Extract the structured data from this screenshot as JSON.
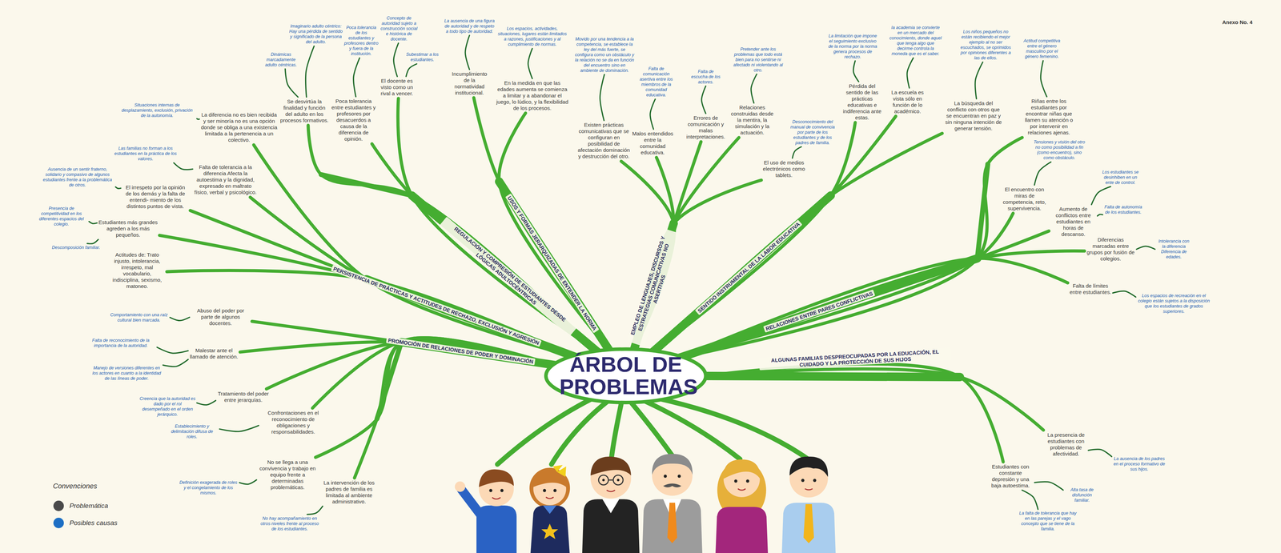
{
  "diagram": {
    "nodes": [
      {
        "text": [
          "ÁRBOL DE PROBLEMAS"
        ]
      },
      {
        "text": [
          "La diferencia no es bien recibida y ser minoría no es una opción donde se obliga a una existencia limitada a la pertenencia a un colectivo."
        ]
      },
      {
        "text": [
          "Situaciones internas de desplazamiento, exclusión, privación de la autonomía."
        ]
      },
      {
        "text": [
          "Falta de tolerancia a la diferencia Afecta la autoestima y la dignidad, expresado en maltrato físico, verbal y psicológico."
        ]
      },
      {
        "text": [
          "Las familias no forman a los estudiantes en la práctica de los valores."
        ]
      },
      {
        "text": [
          "El irrespeto por la opinión de los demás y la falta de entendi- miento de los distintos puntos de vista."
        ]
      },
      {
        "text": [
          "Ausencia de un sentir fraterno, solidario y compasivo de algunos estudiantes frente a la problemática de otros."
        ]
      },
      {
        "text": [
          "Estudiantes más grandes agreden a los más pequeños."
        ]
      },
      {
        "text": [
          "Presencia de competitividad en los diferentes espacios del colegio."
        ]
      },
      {
        "text": [
          "Descomposición familiar."
        ]
      },
      {
        "text": [
          "Actitudes de: Trato injusto, intolerancia, irrespeto, mal vocabulario, indisciplina, sexismo, matoneo."
        ]
      },
      {
        "text": [
          "Abuso del poder por parte de algunos docentes."
        ]
      },
      {
        "text": [
          "Comportamiento con una raíz cultural bien marcada."
        ]
      },
      {
        "text": [
          "Malestar ante el llamado de atención."
        ]
      },
      {
        "text": [
          "Falta de reconocimiento de la importancia de la autoridad."
        ]
      },
      {
        "text": [
          "Manejo de versiones diferentes en los actores en cuanto a la identidad de las líneas de poder."
        ]
      },
      {
        "text": [
          "Tratamiento del poder entre jerarquías."
        ]
      },
      {
        "text": [
          "Creencia que la autoridad es dado por el rol desempeñado en el orden jerárquico."
        ]
      },
      {
        "text": [
          "Confrontaciones en el reconocimiento de obligaciones y responsabilidades."
        ]
      },
      {
        "text": [
          "Establecimiento y delimitación difusa de roles."
        ]
      },
      {
        "text": [
          "No se llega a una convivencia y trabajo en equipo frente a determinadas problemáticas."
        ]
      },
      {
        "text": [
          "Definición exagerada de roles y el congelamiento de los mismos."
        ]
      },
      {
        "text": [
          "La intervención de los padres de familia es limitada al ambiente administrativo."
        ]
      },
      {
        "text": [
          "No hay acompañamiento en otros niveles frente al proceso de los estudiantes."
        ]
      },
      {
        "text": [
          "Se desvirtúa la finalidad y función del adulto en los procesos formativos."
        ]
      },
      {
        "text": [
          "Imaginario adulto céntrico: Hay una pérdida de sentido y significado de la persona del adulto."
        ]
      },
      {
        "text": [
          "Dinámicas marcadamente adulto céntricas."
        ]
      },
      {
        "text": [
          "Poca tolerancia entre estudiantes y profesores por desacuerdos a causa de la diferencia de opinión."
        ]
      },
      {
        "text": [
          "Poca tolerancia de los estudiantes y profesores dentro y fuera de la institución."
        ]
      },
      {
        "text": [
          "El docente es visto como un rival a vencer."
        ]
      },
      {
        "text": [
          "Concepto de autoridad sujeto a construcción social e histórica de docente."
        ]
      },
      {
        "text": [
          "Subestimar a los estudiantes."
        ]
      },
      {
        "text": [
          "Incumplimiento de la normatividad institucional."
        ]
      },
      {
        "text": [
          "La ausencia de una figura de autoridad y de respeto a todo tipo de autoridad."
        ]
      },
      {
        "text": [
          "En la medida en que las edades aumenta se comienza a limitar y a abandonar el juego, lo lúdico, y la flexibilidad de los procesos."
        ]
      },
      {
        "text": [
          "Los espacios, actividades, situaciones, lugares están limitados a razones, justificaciones y al cumplimiento de normas."
        ]
      },
      {
        "text": [
          "Existen prácticas comunicativas que se configuran en posibilidad de afectación dominación y destrucción del otro."
        ]
      },
      {
        "text": [
          "Movido por una tendencia a la competencia, se establece la ley del más fuerte, se configura como un obstáculo y la relación no se da en función del encuentro sino en ambiente de dominación."
        ]
      },
      {
        "text": [
          "Malos entendidos entre la comunidad educativa."
        ]
      },
      {
        "text": [
          "Falta de comunicación asertiva entre los miembros de la comunidad educativa."
        ]
      },
      {
        "text": [
          "Errores de comunicación y malas interpretaciones."
        ]
      },
      {
        "text": [
          "Falta de escucha de los actores."
        ]
      },
      {
        "text": [
          "Relaciones construidas desde la mentira, la simulación y la actuación."
        ]
      },
      {
        "text": [
          "Pretender ante los problemas que todo está bien para no sentirse ni afectado ni violentando al otro."
        ]
      },
      {
        "text": [
          "El uso de medios electrónicos como tablets."
        ]
      },
      {
        "text": [
          "Desconocimiento del manual de convivencia por parte de los estudiantes y de los padres de familia."
        ]
      },
      {
        "text": [
          "Pérdida del sentido de las prácticas educativas e indiferencia ante estas."
        ]
      },
      {
        "text": [
          "La limitación que impone el seguimiento exclusivo de la norma por la norma genera procesos de rechazo."
        ]
      },
      {
        "text": [
          "La escuela es vista sólo en función de lo académico."
        ]
      },
      {
        "text": [
          "la academia se convierte en un mercado del conocimiento, donde aquel que tenga algo que decirme controla la moneda que es el saber."
        ]
      },
      {
        "text": [
          "La búsqueda del conflicto con otros que se encuentran en paz y sin ninguna intención de generar tensión."
        ]
      },
      {
        "text": [
          "Los niños pequeños no están recibiendo el mejor ejemplo al no ser escuchados, se oprimidos por opiniones diferentes a las de ellos."
        ]
      },
      {
        "text": [
          "Riñas entre los estudiantes por encontrar niñas que llamen su atención o por intervenir en relaciones ajenas."
        ]
      },
      {
        "text": [
          "Actitud competitiva entre el género masculino por el género femenino."
        ]
      },
      {
        "text": [
          "El encuentro con miras de competencia, reto, supervivencia."
        ]
      },
      {
        "text": [
          "Tensiones y visión del otro no como posibilidad a fin (como encuentro), sino como obstáculo."
        ]
      },
      {
        "text": [
          "Aumento de conflictos entre estudiantes en horas de descanso."
        ]
      },
      {
        "text": [
          "Los estudiantes se desinhiben en un ente de control."
        ]
      },
      {
        "text": [
          "Falta de autonomía de los estudiantes."
        ]
      },
      {
        "text": [
          "Diferencias marcadas entre grupos por fusión de colegios."
        ]
      },
      {
        "text": [
          "Intolerancia con la diferencia Diferencia de edades."
        ]
      },
      {
        "text": [
          "Falta de límites entre estudiantes."
        ]
      },
      {
        "text": [
          "Los espacios de recreación en el colegio están sujetos a la disposición que los estudiantes de grados superiores."
        ]
      },
      {
        "text": [
          "La presencia de estudiantes con problemas de afectividad."
        ]
      },
      {
        "text": [
          "La ausencia de los padres en el proceso formativo de sus hijos."
        ]
      },
      {
        "text": [
          "Estudiantes con constante depresión y una baja autoestima."
        ]
      },
      {
        "text": [
          "Alta tasa de disfunción familiar."
        ]
      },
      {
        "text": [
          "La falta de tolerancia que hay en las parejas y el vago concepto que se tiene de la familia."
        ]
      }
    ],
    "edges": [
      {
        "from": 0,
        "to": 1,
        "arrow": "none"
      },
      {
        "from": 2,
        "to": 1,
        "arrow": "none"
      },
      {
        "from": 0,
        "to": 3,
        "arrow": "none"
      },
      {
        "from": 4,
        "to": 3,
        "arrow": "none"
      },
      {
        "from": 0,
        "to": 5,
        "arrow": "none"
      },
      {
        "from": 6,
        "to": 5,
        "arrow": "none"
      },
      {
        "from": 0,
        "to": 7,
        "arrow": "none"
      },
      {
        "from": 8,
        "to": 7,
        "arrow": "none"
      },
      {
        "from": 9,
        "to": 7,
        "arrow": "none"
      },
      {
        "from": 0,
        "to": 10,
        "arrow": "none"
      },
      {
        "from": 0,
        "to": 11,
        "arrow": "none"
      },
      {
        "from": 12,
        "to": 11,
        "arrow": "none"
      },
      {
        "from": 0,
        "to": 13,
        "arrow": "none"
      },
      {
        "from": 14,
        "to": 13,
        "arrow": "none"
      },
      {
        "from": 15,
        "to": 13,
        "arrow": "none"
      },
      {
        "from": 0,
        "to": 16,
        "arrow": "none"
      },
      {
        "from": 17,
        "to": 16,
        "arrow": "none"
      },
      {
        "from": 0,
        "to": 18,
        "arrow": "none"
      },
      {
        "from": 19,
        "to": 18,
        "arrow": "none"
      },
      {
        "from": 0,
        "to": 20,
        "arrow": "none"
      },
      {
        "from": 21,
        "to": 20,
        "arrow": "none"
      },
      {
        "from": 0,
        "to": 22,
        "arrow": "none"
      },
      {
        "from": 23,
        "to": 22,
        "arrow": "none"
      },
      {
        "from": 0,
        "to": 24,
        "arrow": "none"
      },
      {
        "from": 25,
        "to": 24,
        "arrow": "none"
      },
      {
        "from": 26,
        "to": 24,
        "arrow": "none"
      },
      {
        "from": 0,
        "to": 27,
        "arrow": "none"
      },
      {
        "from": 28,
        "to": 27,
        "arrow": "none"
      },
      {
        "from": 0,
        "to": 29,
        "arrow": "none"
      },
      {
        "from": 30,
        "to": 29,
        "arrow": "none"
      },
      {
        "from": 31,
        "to": 29,
        "arrow": "none"
      },
      {
        "from": 0,
        "to": 32,
        "arrow": "none"
      },
      {
        "from": 33,
        "to": 32,
        "arrow": "none"
      },
      {
        "from": 0,
        "to": 34,
        "arrow": "none"
      },
      {
        "from": 35,
        "to": 34,
        "arrow": "none"
      },
      {
        "from": 0,
        "to": 36,
        "arrow": "none"
      },
      {
        "from": 37,
        "to": 36,
        "arrow": "none"
      },
      {
        "from": 0,
        "to": 38,
        "arrow": "none"
      },
      {
        "from": 39,
        "to": 38,
        "arrow": "none"
      },
      {
        "from": 0,
        "to": 40,
        "arrow": "none"
      },
      {
        "from": 41,
        "to": 40,
        "arrow": "none"
      },
      {
        "from": 0,
        "to": 42,
        "arrow": "none"
      },
      {
        "from": 43,
        "to": 42,
        "arrow": "none"
      },
      {
        "from": 0,
        "to": 44,
        "arrow": "none"
      },
      {
        "from": 45,
        "to": 44,
        "arrow": "none"
      },
      {
        "from": 0,
        "to": 46,
        "arrow": "none"
      },
      {
        "from": 47,
        "to": 46,
        "arrow": "none"
      },
      {
        "from": 0,
        "to": 48,
        "arrow": "none"
      },
      {
        "from": 49,
        "to": 48,
        "arrow": "none"
      },
      {
        "from": 0,
        "to": 50,
        "arrow": "none"
      },
      {
        "from": 51,
        "to": 50,
        "arrow": "none"
      },
      {
        "from": 0,
        "to": 52,
        "arrow": "none"
      },
      {
        "from": 53,
        "to": 52,
        "arrow": "none"
      },
      {
        "from": 0,
        "to": 54,
        "arrow": "none"
      },
      {
        "from": 55,
        "to": 54,
        "arrow": "none"
      },
      {
        "from": 0,
        "to": 56,
        "arrow": "none"
      },
      {
        "from": 57,
        "to": 56,
        "arrow": "none"
      },
      {
        "from": 58,
        "to": 56,
        "arrow": "none"
      },
      {
        "from": 0,
        "to": 59,
        "arrow": "none"
      },
      {
        "from": 60,
        "to": 59,
        "arrow": "none"
      },
      {
        "from": 0,
        "to": 61,
        "arrow": "none"
      },
      {
        "from": 62,
        "to": 61,
        "arrow": "none"
      },
      {
        "from": 0,
        "to": 63,
        "arrow": "none"
      },
      {
        "from": 64,
        "to": 63,
        "arrow": "none"
      },
      {
        "from": 0,
        "to": 65,
        "arrow": "none"
      },
      {
        "from": 66,
        "to": 65,
        "arrow": "none"
      },
      {
        "from": 67,
        "to": 65,
        "arrow": "none"
      }
    ],
    "labels": [
      "Anexo No. 4",
      "Convenciones",
      "PERSISTENCIA DE PRÁCTICAS Y ACTITUDES DE RECHAZO, EXCLUSIÓN Y AGRESIÓN",
      "PROMOCIÓN DE RELACIONES DE PODER Y DOMINACIÓN",
      "REGULACIÓN Y COMPRESIÓN DE ESTUDIANTES DESDE LÓGICAS ADULTOCÉNTRICAS",
      "USOS Y FORMAS JERARQUIZADAS DE ENTENDER LA NORMA",
      "EMPLEO DE LENGUAJES, DISCURSOS Y ESTRATEGIAS COMUNICATIVAS NO ASERTIVAS",
      "SENTIDO INSTRUMENTAL DE LA LABOR EDUCATIVA",
      "RELACIONES ENTRE PARES CONFLICTIVAS",
      "ALGUNAS FAMILIAS DESPREOCUPADAS POR LA EDUCACIÓN, EL CUIDADO Y LA PROTECCIÓN DE SUS HIJOS"
    ],
    "legend": [
      {
        "text": "Problemática",
        "color": "#4a4a4a"
      },
      {
        "text": "Posibles causas",
        "color": "#1d6fc4"
      }
    ]
  }
}
